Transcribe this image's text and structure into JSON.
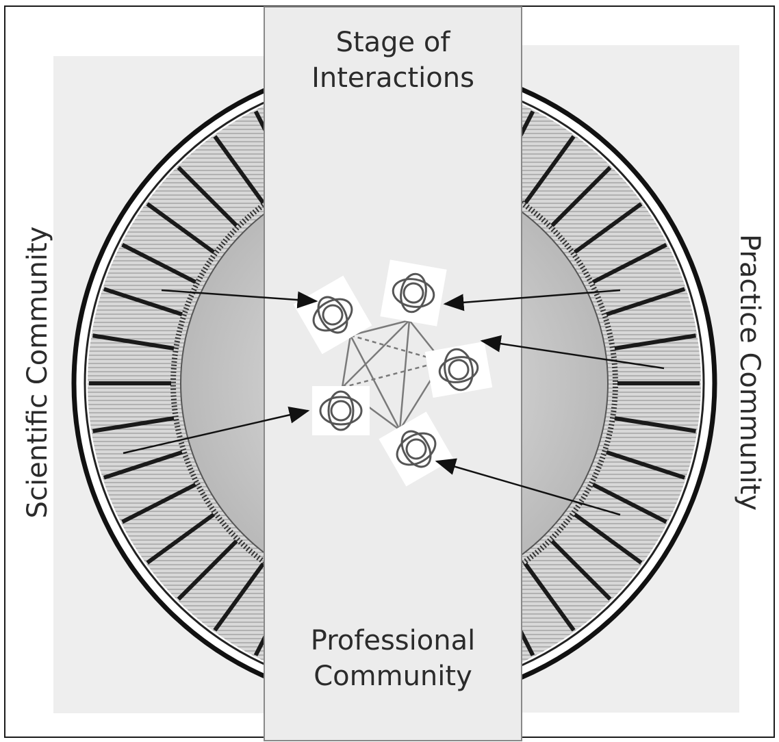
{
  "diagram": {
    "stage_title_line1": "Stage of",
    "stage_title_line2": "Interactions",
    "professional_line1": "Professional",
    "professional_line2": "Community",
    "left_label": "Scientific Community",
    "right_label": "Practice Community",
    "icons": [
      "person-topview-icon",
      "person-topview-icon",
      "person-topview-icon",
      "person-topview-icon",
      "person-topview-icon"
    ],
    "colors": {
      "ring": "#111111",
      "stage": "#ececec",
      "inner_disc": "#c9c9c9",
      "text": "#2b2b2b"
    }
  }
}
